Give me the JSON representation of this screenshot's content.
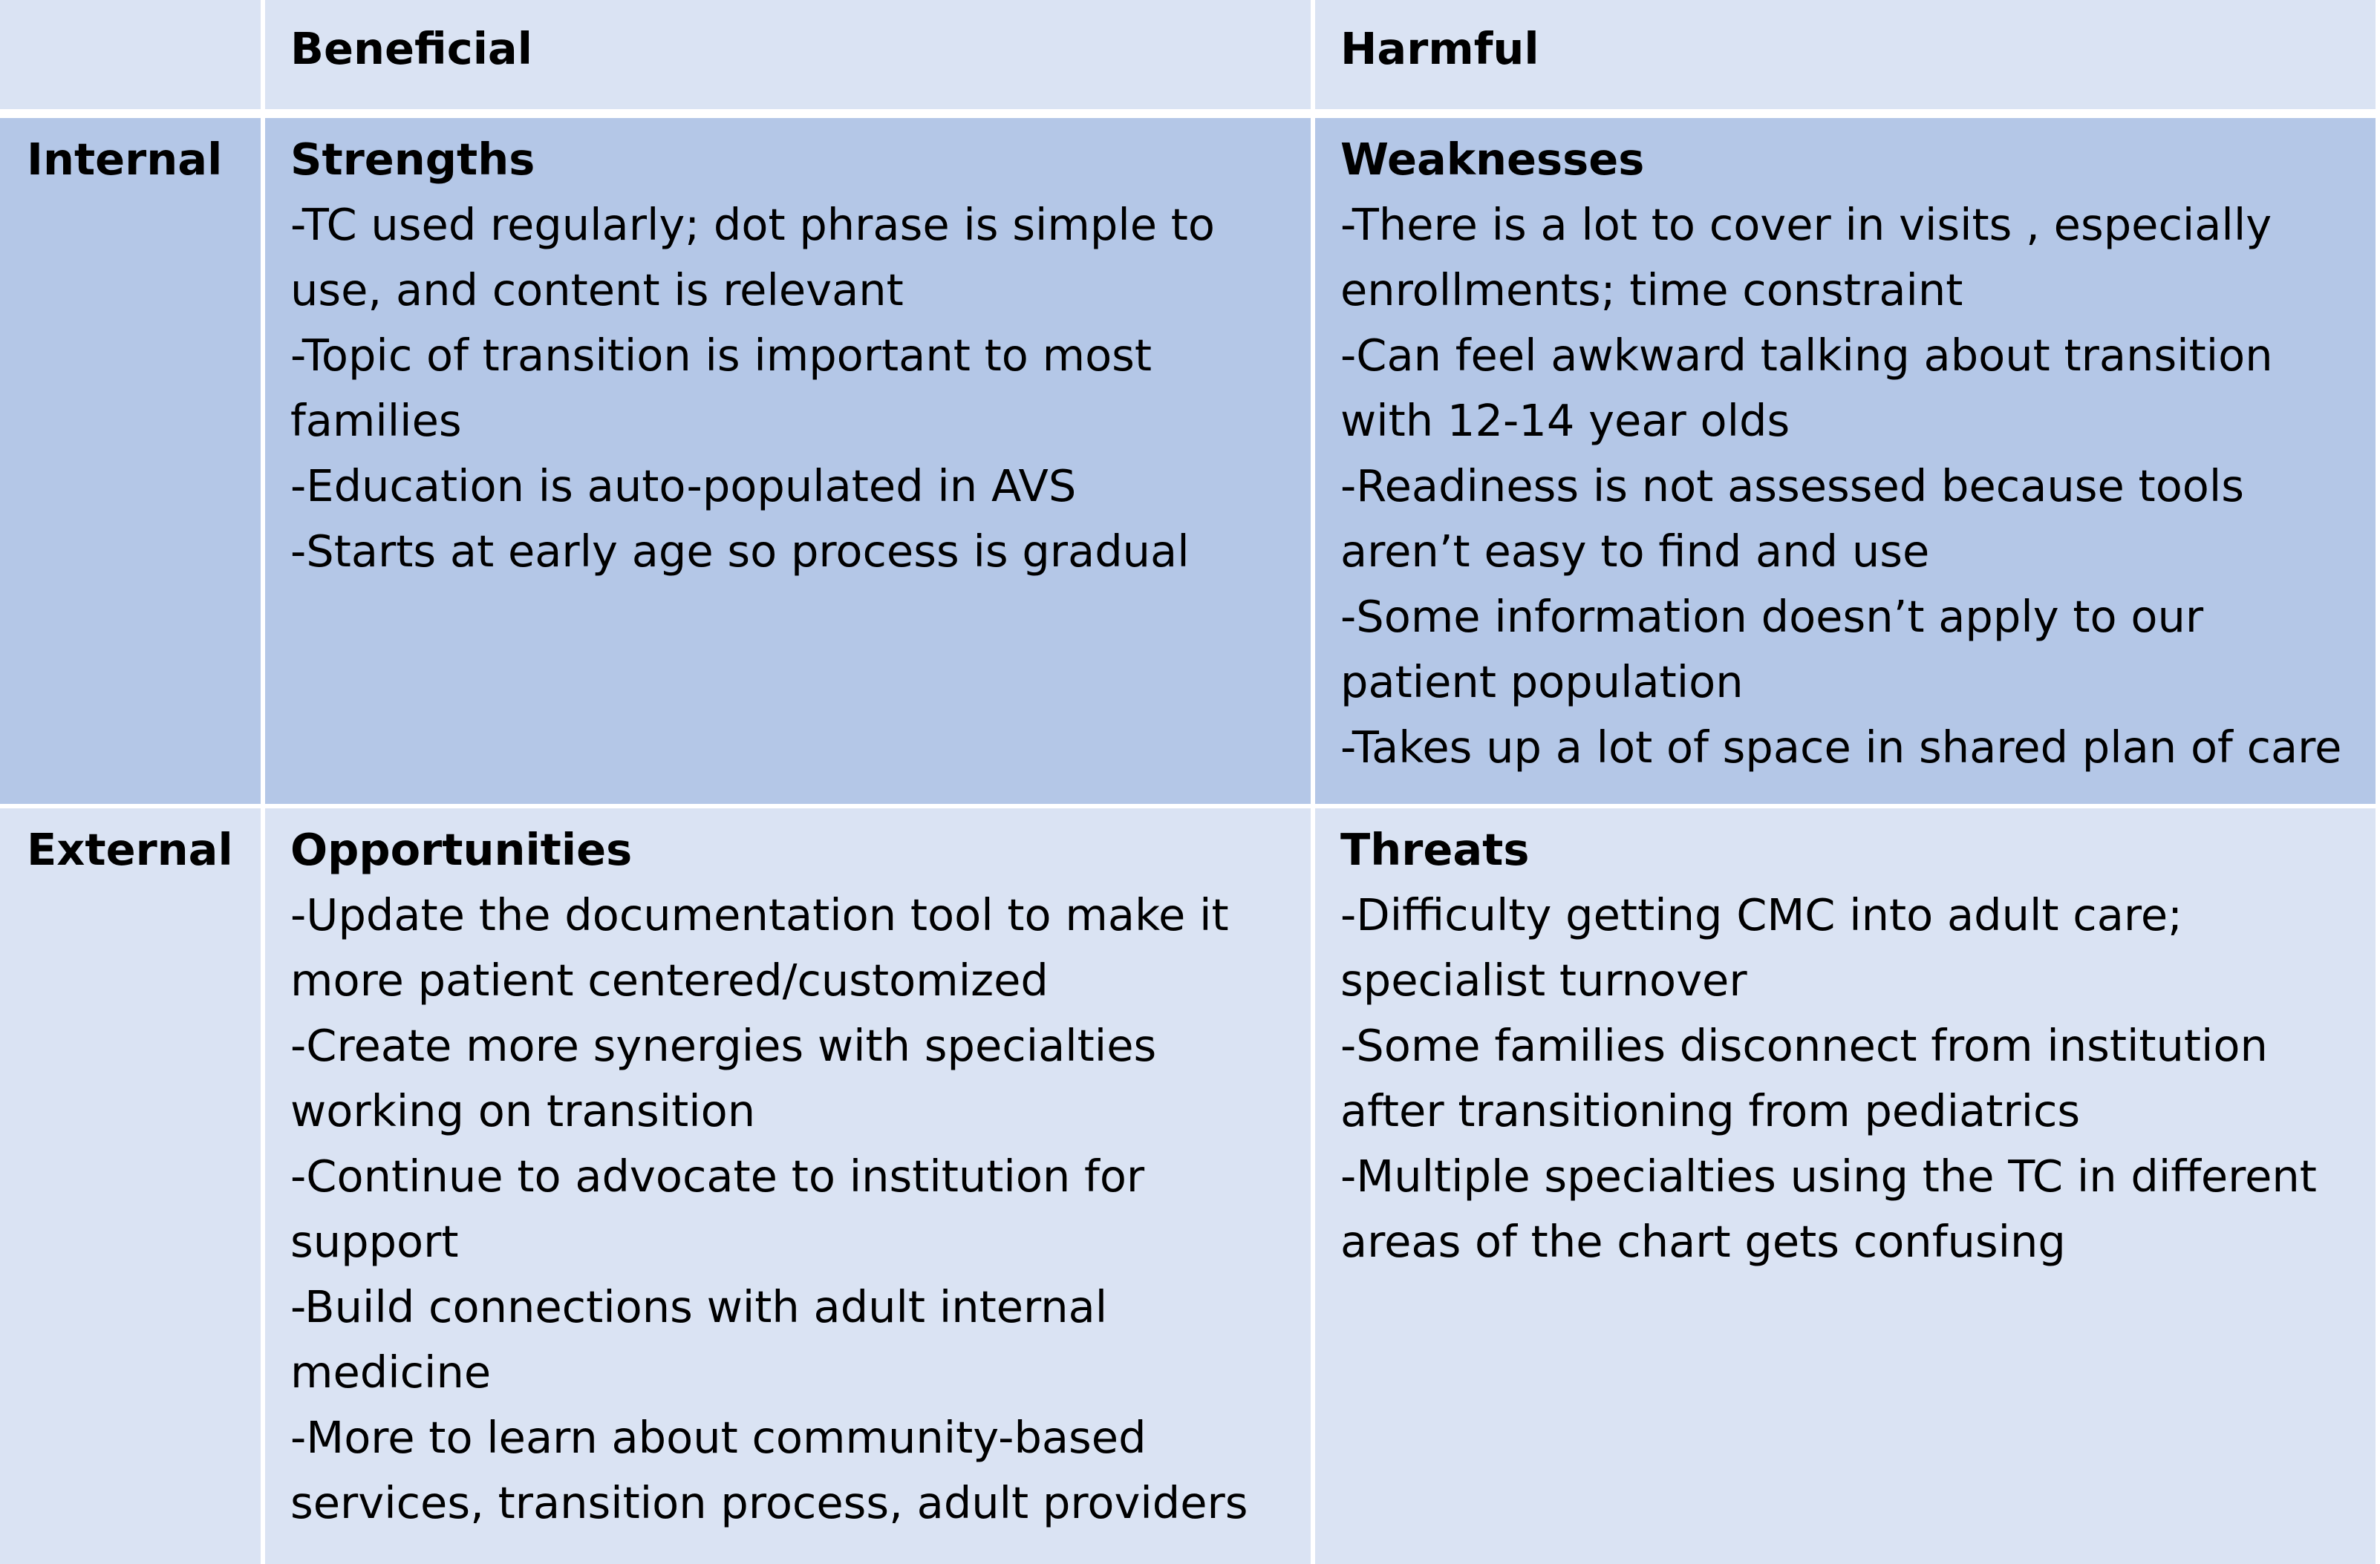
{
  "table": {
    "headers": {
      "corner": "",
      "beneficial": "Beneficial",
      "harmful": "Harmful"
    },
    "rows": {
      "internal": "Internal",
      "external": "External"
    },
    "quadrants": {
      "strengths": {
        "title": "Strengths",
        "items": [
          "-TC used regularly; dot phrase is simple to use, and content is relevant",
          "-Topic of transition is important to most families",
          "-Education is auto-populated in AVS",
          "-Starts at early age so process is gradual"
        ]
      },
      "weaknesses": {
        "title": "Weaknesses",
        "items": [
          "-There is a lot to cover in visits , especially enrollments; time constraint",
          "-Can feel awkward talking about transition with 12-14 year olds",
          "-Readiness is not assessed because tools aren’t easy to find and use",
          "-Some information doesn’t apply to our patient population",
          "-Takes up a lot of space in shared plan of care"
        ]
      },
      "opportunities": {
        "title": "Opportunities",
        "items": [
          "-Update the documentation tool to make it more patient centered/customized",
          "-Create more synergies with specialties working on transition",
          "-Continue to advocate to institution for support",
          "-Build connections with adult internal medicine",
          "-More to learn about community-based services, transition process, adult providers"
        ]
      },
      "threats": {
        "title": "Threats",
        "items": [
          "-Difficulty getting CMC into adult care; specialist turnover",
          "-Some families disconnect from institution after transitioning from pediatrics",
          "-Multiple specialties using the TC in different areas of the chart gets confusing"
        ]
      }
    }
  },
  "colors": {
    "light_blue": "#dae3f3",
    "mid_blue": "#b4c7e7",
    "divider": "#ffffff"
  }
}
